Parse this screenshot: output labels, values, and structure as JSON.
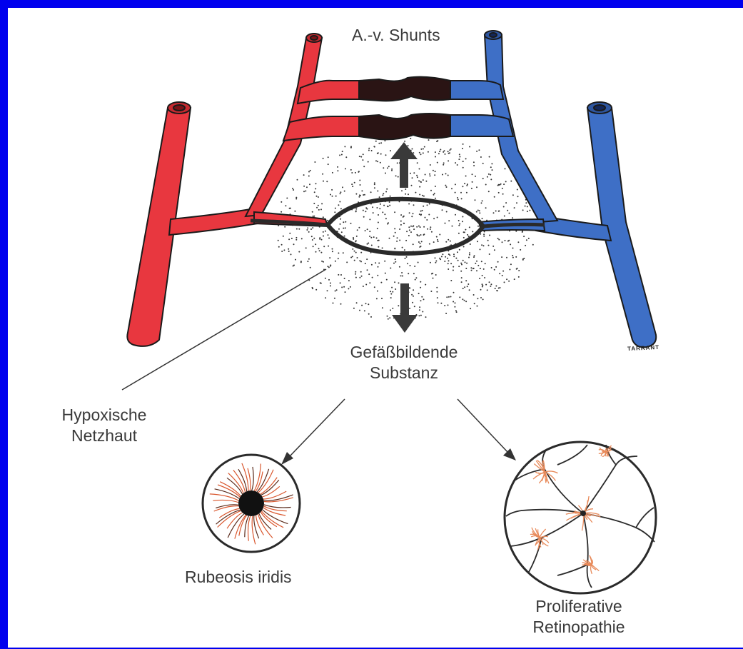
{
  "labels": {
    "shunts": "A.-v. Shunts",
    "substance_line1": "Gefäßbildende",
    "substance_line2": "Substanz",
    "hypoxic_line1": "Hypoxische",
    "hypoxic_line2": "Netzhaut",
    "rubeosis": "Rubeosis iridis",
    "proliferative_line1": "Proliferative",
    "proliferative_line2": "Retinopathie",
    "artist_signature": "TARRANT"
  },
  "colors": {
    "frame": "#0000ee",
    "background": "#ffffff",
    "artery": "#e8373f",
    "vein": "#3e6fc6",
    "shunt": "#2a1414",
    "ink": "#333333",
    "neovessel": "#e88a5a"
  }
}
